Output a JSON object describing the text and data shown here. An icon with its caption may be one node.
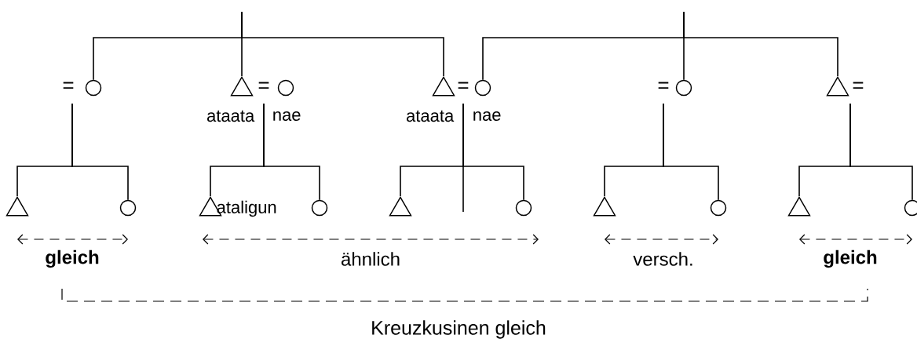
{
  "diagram": {
    "nodes": [
      {
        "text": [
          "="
        ]
      },
      {
        "text": [],
        "shape": "circle"
      },
      {
        "text": [],
        "shape": "triangle"
      },
      {
        "text": [
          "="
        ]
      },
      {
        "text": [],
        "shape": "circle"
      },
      {
        "text": [],
        "shape": "triangle"
      },
      {
        "text": [
          "="
        ]
      },
      {
        "text": [],
        "shape": "circle"
      },
      {
        "text": [
          "="
        ]
      },
      {
        "text": [],
        "shape": "circle"
      },
      {
        "text": [],
        "shape": "triangle"
      },
      {
        "text": [
          "="
        ]
      },
      {
        "text": [],
        "shape": "triangle"
      },
      {
        "text": [],
        "shape": "circle"
      },
      {
        "text": [],
        "shape": "triangle",
        "beside": [
          "ataligun"
        ]
      },
      {
        "text": [],
        "shape": "circle"
      },
      {
        "text": [],
        "shape": "triangle"
      },
      {
        "text": [],
        "shape": "circle"
      },
      {
        "text": [],
        "shape": "triangle"
      },
      {
        "text": [],
        "shape": "circle"
      },
      {
        "text": [],
        "shape": "triangle"
      },
      {
        "text": [],
        "shape": "circle"
      }
    ],
    "edges": [
      {
        "from": null,
        "to": 1,
        "arrow": "none"
      },
      {
        "from": null,
        "to": 2,
        "arrow": "none"
      },
      {
        "from": null,
        "to": 5,
        "arrow": "none"
      },
      {
        "from": null,
        "to": 7,
        "arrow": "none"
      },
      {
        "from": null,
        "to": 9,
        "arrow": "none"
      },
      {
        "from": null,
        "to": 10,
        "arrow": "none"
      },
      {
        "from": 0,
        "to": 12,
        "arrow": "none"
      },
      {
        "from": 0,
        "to": 13,
        "arrow": "none"
      },
      {
        "from": 3,
        "to": 14,
        "arrow": "none"
      },
      {
        "from": 3,
        "to": 15,
        "arrow": "none"
      },
      {
        "from": 6,
        "to": 16,
        "arrow": "none"
      },
      {
        "from": 6,
        "to": 17,
        "arrow": "none"
      },
      {
        "from": 8,
        "to": 18,
        "arrow": "none"
      },
      {
        "from": 8,
        "to": 19,
        "arrow": "none"
      },
      {
        "from": 11,
        "to": 20,
        "arrow": "none"
      },
      {
        "from": 11,
        "to": 21,
        "arrow": "none"
      }
    ],
    "labels": [
      "ataata",
      "nae",
      "ataata",
      "nae",
      "gleich",
      "ähnlich",
      "versch.",
      "gleich",
      "Kreuzkusinen gleich"
    ]
  }
}
